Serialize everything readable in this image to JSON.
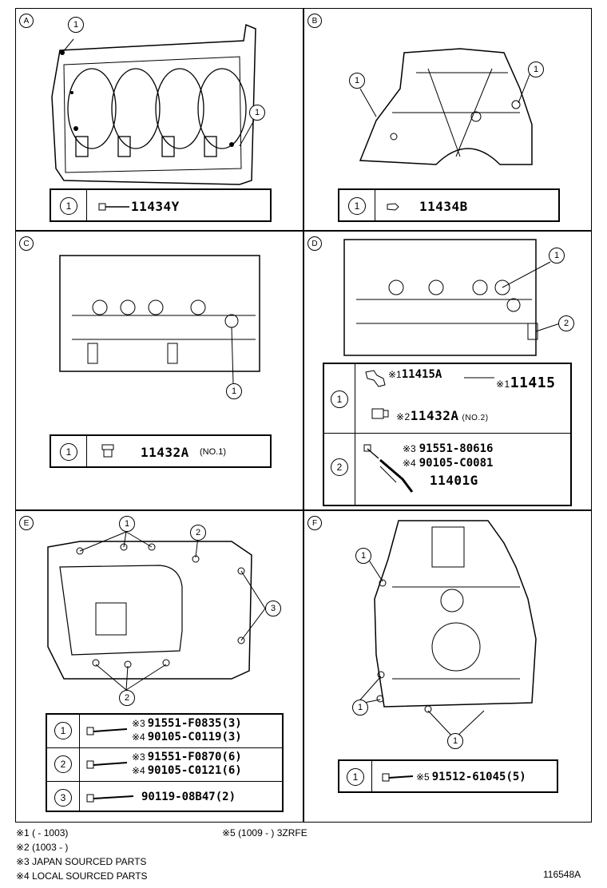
{
  "panels": {
    "A": {
      "letter": "A",
      "rows": [
        {
          "num": "1",
          "part": "11434Y"
        }
      ]
    },
    "B": {
      "letter": "B",
      "rows": [
        {
          "num": "1",
          "part": "11434B"
        }
      ]
    },
    "C": {
      "letter": "C",
      "rows": [
        {
          "num": "1",
          "part": "11432A",
          "qual": "(NO.1)"
        }
      ]
    },
    "D": {
      "letter": "D",
      "row1": {
        "num": "1",
        "m1": "※1",
        "part1": "11415A",
        "m1b": "※1",
        "part1b": "11415",
        "m2": "※2",
        "part2": "11432A",
        "qual2": "(NO.2)"
      },
      "row2": {
        "num": "2",
        "m3": "※3",
        "part3": "91551-80616",
        "m4": "※4",
        "part4": "90105-C0081",
        "part5": "11401G"
      }
    },
    "E": {
      "letter": "E",
      "rows": [
        {
          "num": "1",
          "m3": "※3",
          "a": "91551-F0835(3)",
          "m4": "※4",
          "b": "90105-C0119(3)"
        },
        {
          "num": "2",
          "m3": "※3",
          "a": "91551-F0870(6)",
          "m4": "※4",
          "b": "90105-C0121(6)"
        },
        {
          "num": "3",
          "a": "90119-08B47(2)"
        }
      ]
    },
    "F": {
      "letter": "F",
      "rows": [
        {
          "num": "1",
          "m5": "※5",
          "part": "91512-61045(5)"
        }
      ]
    }
  },
  "callouts": {
    "one": "1",
    "two": "2",
    "three": "3"
  },
  "footnotes": {
    "n1": "※1 (        - 1003)",
    "n2": "※2 (1003 -        )",
    "n3": "※3 JAPAN SOURCED PARTS",
    "n4": "※4 LOCAL SOURCED PARTS",
    "n5": "※5 (1009 -          ) 3ZRFE"
  },
  "figure_id": "116548A"
}
